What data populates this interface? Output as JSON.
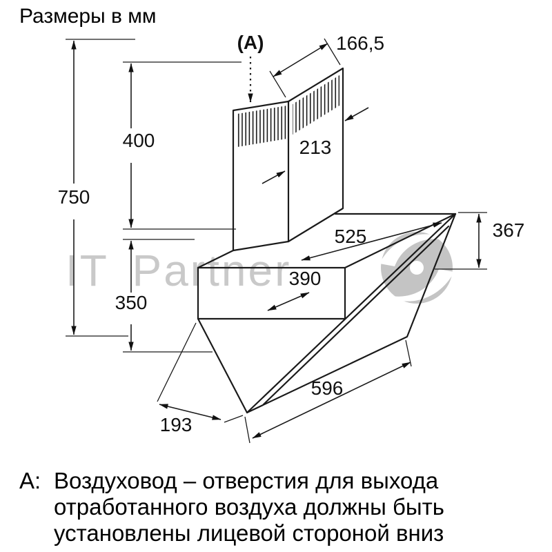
{
  "title": "Размеры в мм",
  "watermark": {
    "text": "IT Partner"
  },
  "diagram": {
    "callout": "(A)",
    "dims": {
      "duct_top_width": "166,5",
      "chimney_height": "400",
      "total_height": "750",
      "chimney_depth": "213",
      "top_depth": "525",
      "panel_height": "367",
      "body_depth": "390",
      "lower_height": "350",
      "panel_width": "596",
      "bottom_depth": "193"
    }
  },
  "note": {
    "label": "A:",
    "lines": [
      "Воздуховод – отверстия для выхода",
      "отработанного воздуха должны быть",
      "установлены лицевой стороной вниз"
    ]
  }
}
